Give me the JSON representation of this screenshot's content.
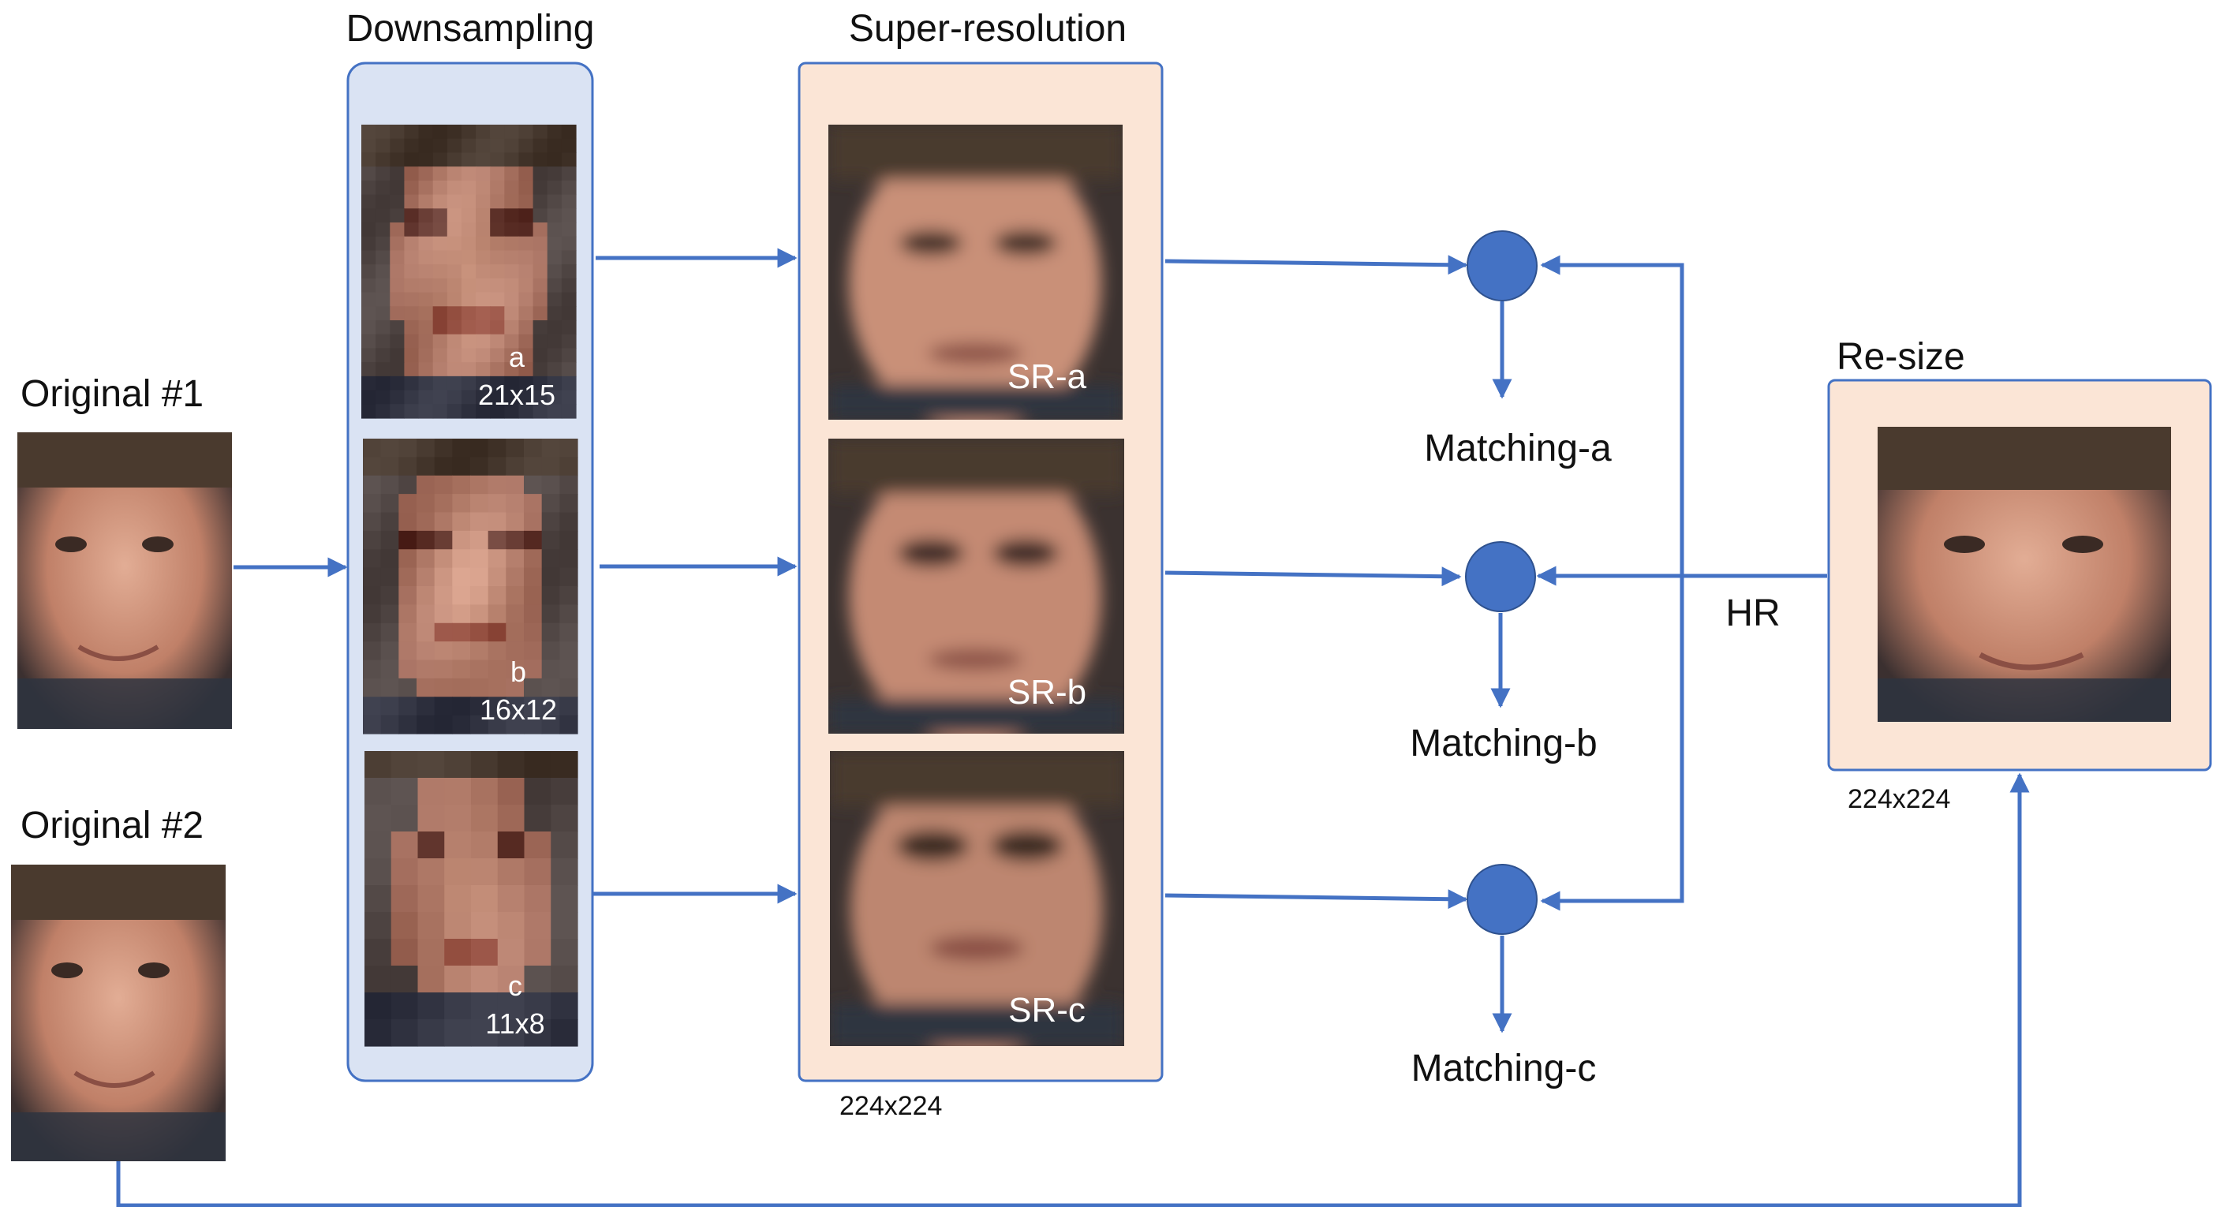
{
  "originals": [
    {
      "label": "Original #1"
    },
    {
      "label": "Original #2"
    }
  ],
  "downsampling": {
    "title": "Downsampling",
    "items": [
      {
        "letter": "a",
        "size": "21x15"
      },
      {
        "letter": "b",
        "size": "16x12"
      },
      {
        "letter": "c",
        "size": "11x8"
      }
    ]
  },
  "super_resolution": {
    "title": "Super-resolution",
    "items": [
      "SR-a",
      "SR-b",
      "SR-c"
    ],
    "size": "224x224"
  },
  "matching": [
    "Matching-a",
    "Matching-b",
    "Matching-c"
  ],
  "resize": {
    "title": "Re-size",
    "size": "224x224"
  },
  "hr_label": "HR",
  "colors": {
    "arrow": "#4472c4",
    "node": "#4472c4",
    "downsampling_fill": "#dae3f3",
    "downsampling_border": "#4472c4",
    "sr_fill": "#fbe5d6",
    "sr_border": "#4472c4",
    "resize_fill": "#fbe5d6"
  }
}
